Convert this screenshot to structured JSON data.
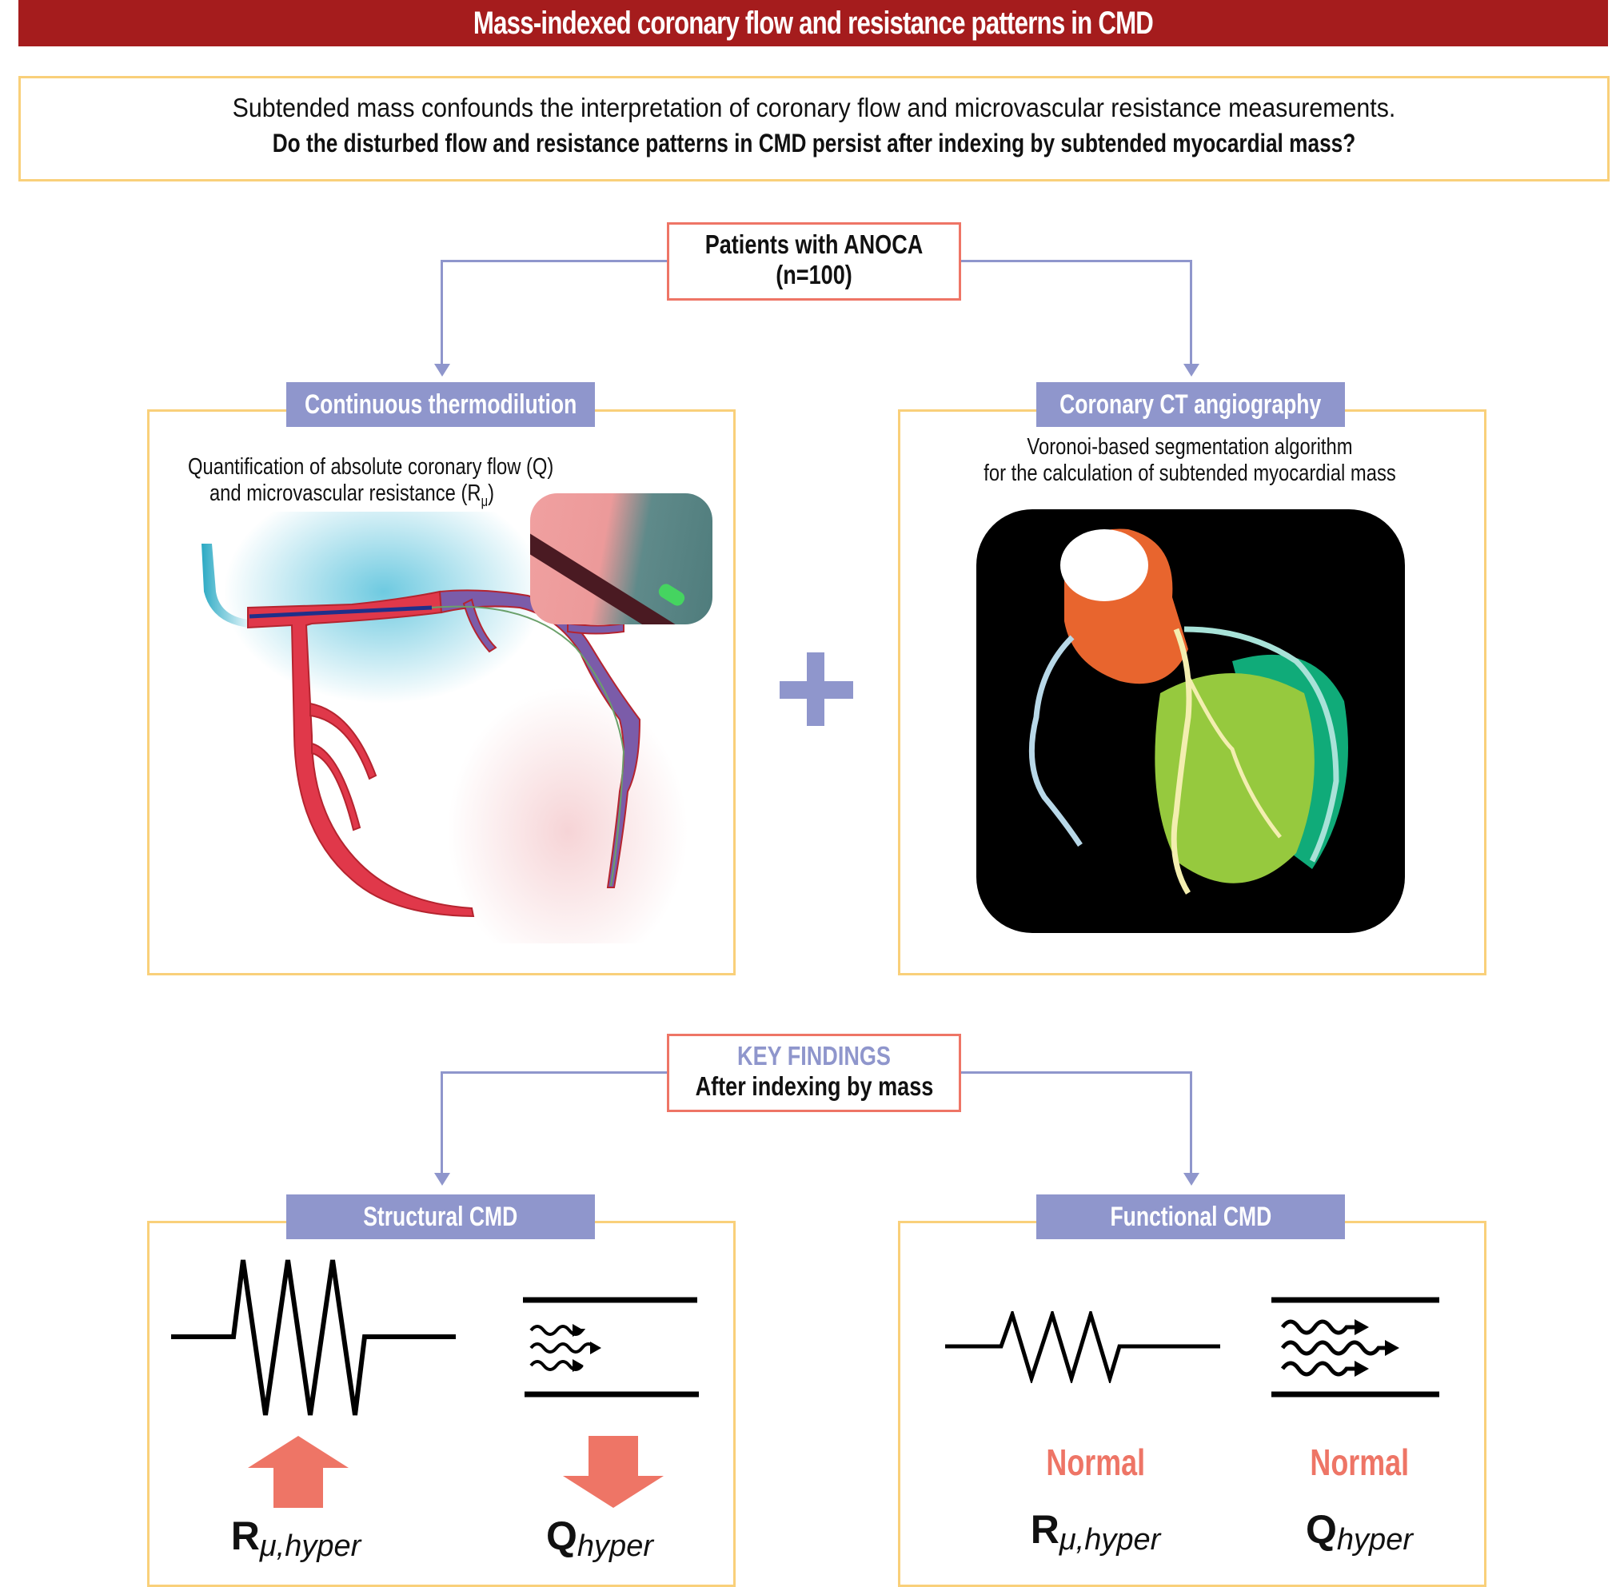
{
  "title": "Mass-indexed coronary flow and resistance patterns in CMD",
  "intro": {
    "statement": "Subtended mass confounds the interpretation of coronary flow and microvascular resistance measurements.",
    "question": "Do the disturbed flow and resistance patterns in CMD persist after indexing by subtended myocardial mass?"
  },
  "population": {
    "label": "Patients with ANOCA",
    "n": "(n=100)"
  },
  "methods": [
    {
      "tab": "Continuous thermodilution",
      "desc_line1": "Quantification of absolute coronary flow (Q)",
      "desc_line2_prefix": "and microvascular resistance (R",
      "desc_line2_sub": "μ",
      "desc_line2_suffix": ")",
      "image": "coronary-artery-thermodilution-illustration"
    },
    {
      "tab": "Coronary CT angiography",
      "desc_line1": "Voronoi-based segmentation algorithm",
      "desc_line2": "for the calculation of subtended myocardial mass",
      "image": "ct-heart-segmentation-render"
    }
  ],
  "combine_symbol": "+",
  "findings": {
    "heading": "KEY FINDINGS",
    "subheading": "After indexing by mass"
  },
  "groups": [
    {
      "tab": "Structural CMD",
      "resistance": {
        "symbol": "R",
        "subscript": "μ,hyper",
        "change": "increased",
        "indicator": "up-arrow"
      },
      "flow": {
        "symbol": "Q",
        "subscript": "hyper",
        "change": "decreased",
        "indicator": "down-arrow"
      }
    },
    {
      "tab": "Functional CMD",
      "resistance": {
        "symbol": "R",
        "subscript": "μ,hyper",
        "change": "Normal",
        "indicator": "text"
      },
      "flow": {
        "symbol": "Q",
        "subscript": "hyper",
        "change": "Normal",
        "indicator": "text"
      }
    }
  ],
  "colors": {
    "title_bar": "#a51c1d",
    "accent_box_border": "#f9d07a",
    "node_border": "#ee7566",
    "tab_fill": "#8f96cc",
    "indicator": "#ee7566"
  }
}
